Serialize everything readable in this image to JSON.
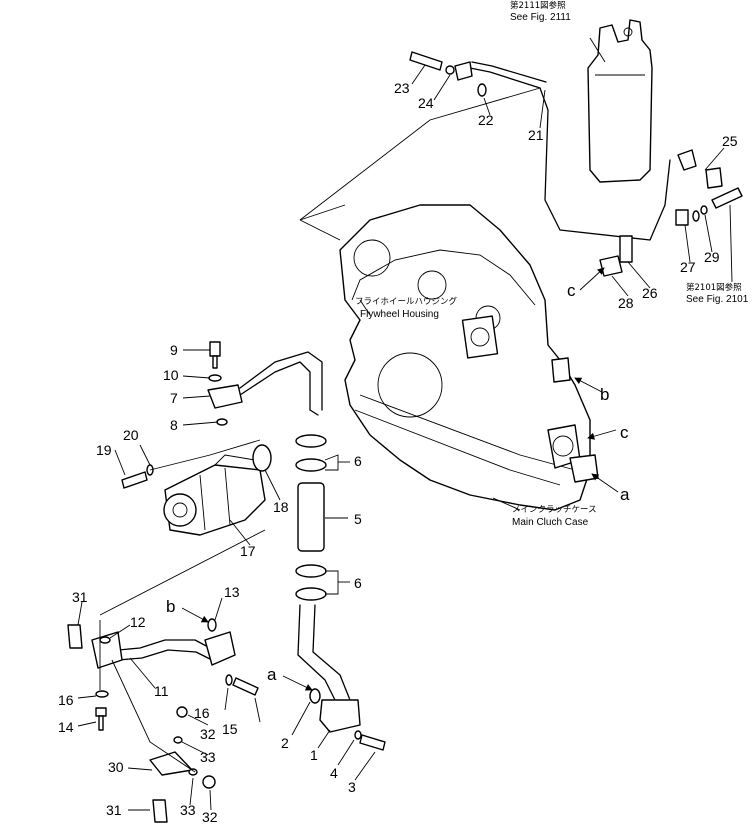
{
  "notes": {
    "ref_2111_jp": "第2111図参照",
    "ref_2111_en": "See Fig. 2111",
    "ref_2101_jp": "第2101図参照",
    "ref_2101_en": "See Fig. 2101",
    "flywheel_jp": "フライホイールハウジング",
    "flywheel_en": "Flywheel Housing",
    "clutch_jp": "メインクラッチケース",
    "clutch_en": "Main Cluch Case"
  },
  "labels": {
    "p1": "1",
    "p2": "2",
    "p3": "3",
    "p4": "4",
    "p5": "5",
    "p6a": "6",
    "p6b": "6",
    "p7": "7",
    "p8": "8",
    "p9": "9",
    "p10": "10",
    "p11": "11",
    "p12": "12",
    "p13": "13",
    "p14": "14",
    "p15": "15",
    "p16a": "16",
    "p16b": "16",
    "p17": "17",
    "p18": "18",
    "p19": "19",
    "p20": "20",
    "p21": "21",
    "p22": "22",
    "p23": "23",
    "p24": "24",
    "p25": "25",
    "p26": "26",
    "p27": "27",
    "p28": "28",
    "p29": "29",
    "p30": "30",
    "p31a": "31",
    "p31b": "31",
    "p32a": "32",
    "p32b": "32",
    "p33a": "33",
    "p33b": "33"
  },
  "connectors": {
    "a_upper": "a",
    "a_lower": "a",
    "b_upper": "b",
    "b_lower": "b",
    "c_upper": "c",
    "c_left": "c"
  }
}
